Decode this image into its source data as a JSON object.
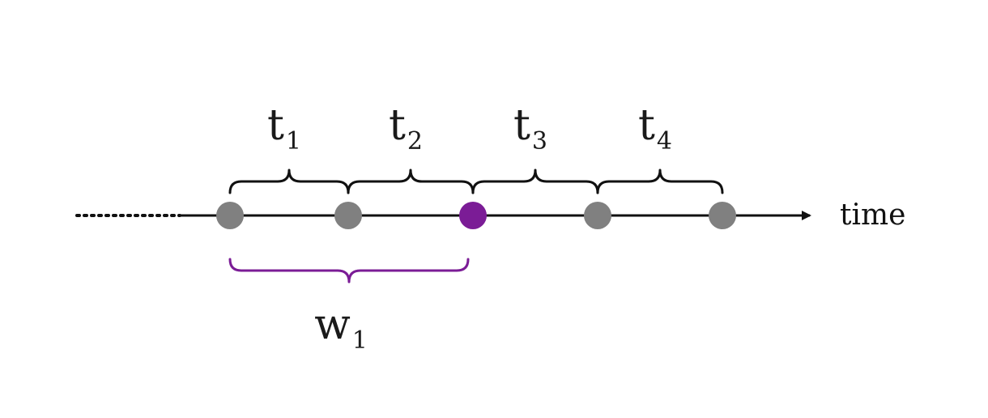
{
  "axis": {
    "label": "time"
  },
  "colors": {
    "event": "#808080",
    "highlight": "#7b1c96",
    "axis": "#111111",
    "brace": "#111111"
  },
  "events": [
    {
      "highlighted": false
    },
    {
      "highlighted": false
    },
    {
      "highlighted": true
    },
    {
      "highlighted": false
    },
    {
      "highlighted": false
    }
  ],
  "intervals": [
    {
      "base": "t",
      "sub": "1"
    },
    {
      "base": "t",
      "sub": "2"
    },
    {
      "base": "t",
      "sub": "3"
    },
    {
      "base": "t",
      "sub": "4"
    }
  ],
  "window": {
    "base": "w",
    "sub": "1",
    "from_event": 0,
    "to_event": 2
  }
}
